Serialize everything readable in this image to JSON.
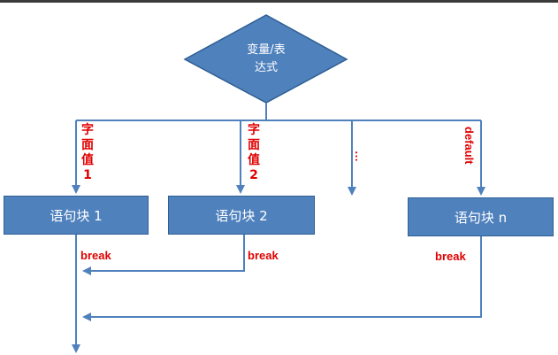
{
  "decision": {
    "line1": "变量/表",
    "line2": "达式"
  },
  "cases": [
    {
      "label_chars": [
        "字",
        "面",
        "值",
        "1"
      ]
    },
    {
      "label_chars": [
        "字",
        "面",
        "值",
        "2"
      ]
    },
    {
      "label": "…"
    },
    {
      "label": "default"
    }
  ],
  "blocks": [
    {
      "label": "语句块 1"
    },
    {
      "label": "语句块 2"
    },
    {
      "label": "语句块 n"
    }
  ],
  "break_label": "break",
  "colors": {
    "shape_fill": "#4f81bd",
    "line": "#4f81bd",
    "label": "#e00000"
  }
}
